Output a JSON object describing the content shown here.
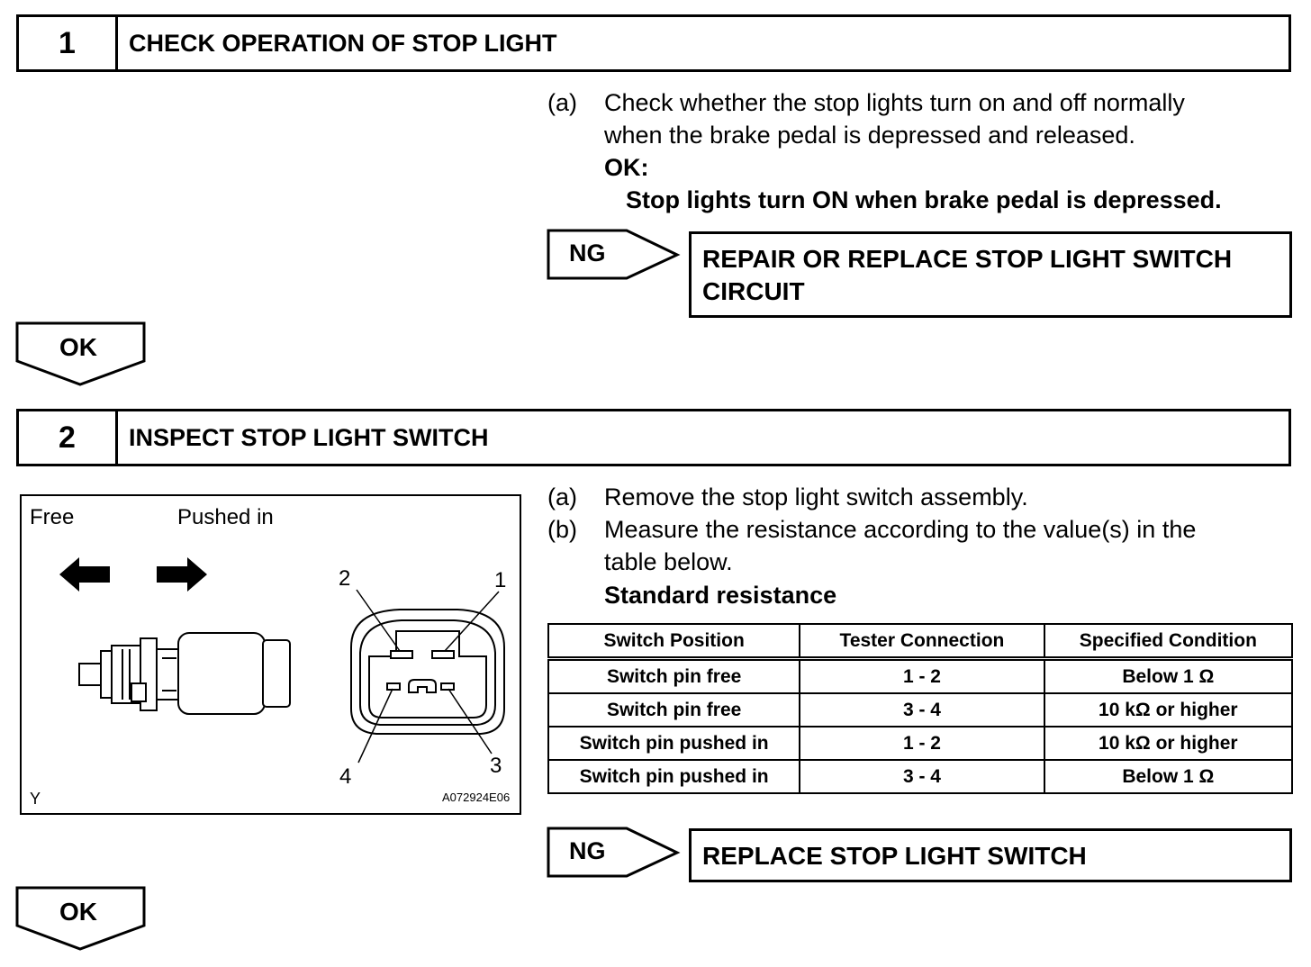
{
  "step1": {
    "number": "1",
    "title": "CHECK OPERATION OF STOP LIGHT",
    "item_a_marker": "(a)",
    "item_a_line1": "Check whether the stop lights turn on and off normally",
    "item_a_line2": "when the brake pedal is depressed and released.",
    "ok_heading": "OK:",
    "ok_text": "Stop lights turn ON when brake pedal is depressed.",
    "ng_label": "NG",
    "ng_action_line1": "REPAIR OR REPLACE STOP LIGHT SWITCH",
    "ng_action_line2": "CIRCUIT",
    "ok_label": "OK"
  },
  "step2": {
    "number": "2",
    "title": "INSPECT STOP LIGHT SWITCH",
    "item_a_marker": "(a)",
    "item_a_text": "Remove the stop light switch assembly.",
    "item_b_marker": "(b)",
    "item_b_line1": "Measure the resistance according to the value(s) in the",
    "item_b_line2": "table below.",
    "standard_heading": "Standard resistance",
    "table": {
      "headers": [
        "Switch Position",
        "Tester Connection",
        "Specified Condition"
      ],
      "rows": [
        [
          "Switch pin free",
          "1 - 2",
          "Below 1 Ω"
        ],
        [
          "Switch pin free",
          "3 - 4",
          "10 kΩ or higher"
        ],
        [
          "Switch pin pushed in",
          "1 - 2",
          "10 kΩ or higher"
        ],
        [
          "Switch pin pushed in",
          "3 - 4",
          "Below 1 Ω"
        ]
      ]
    },
    "ng_label": "NG",
    "ng_action": "REPLACE STOP LIGHT SWITCH",
    "ok_label": "OK"
  },
  "figure": {
    "free_label": "Free",
    "pushed_label": "Pushed in",
    "terminal_1": "1",
    "terminal_2": "2",
    "terminal_3": "3",
    "terminal_4": "4",
    "corner_mark": "Y",
    "figure_code": "A072924E06"
  }
}
